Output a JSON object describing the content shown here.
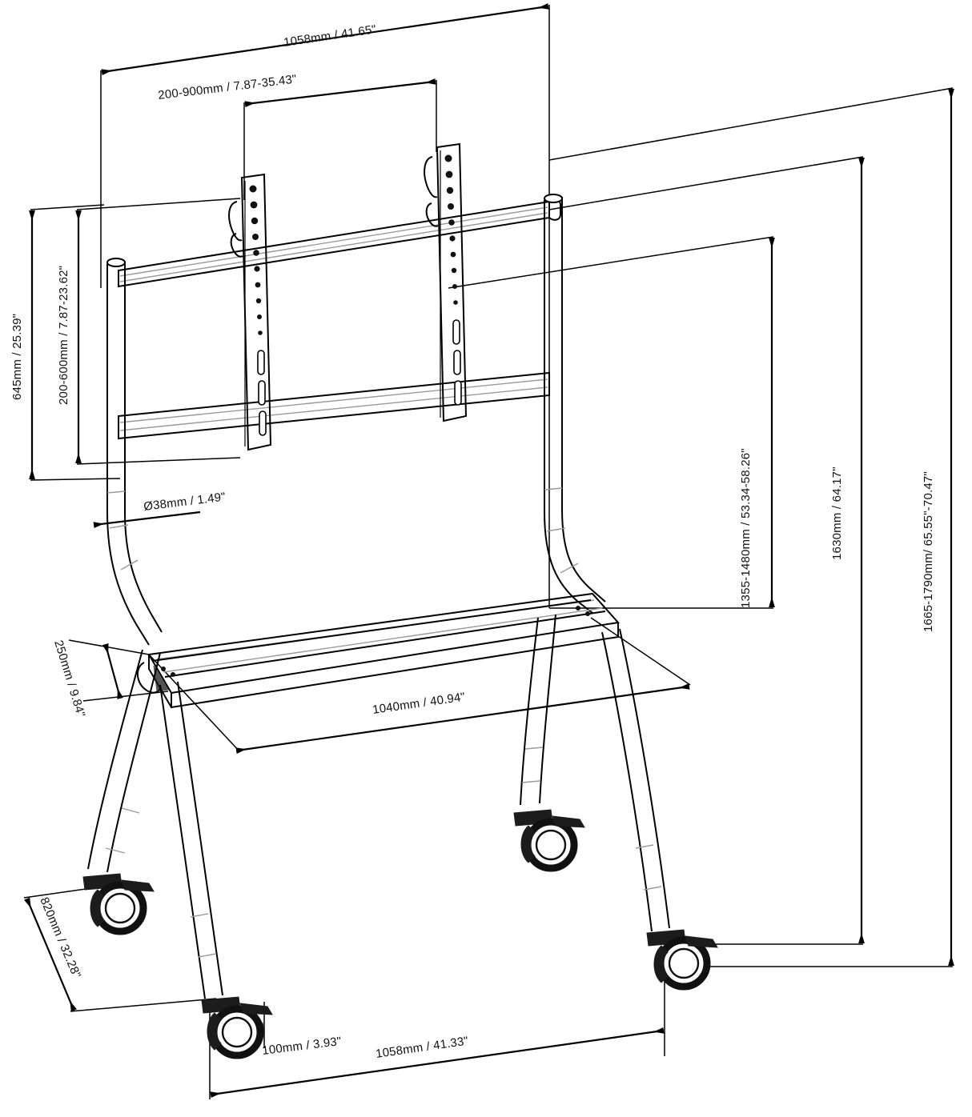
{
  "document": {
    "title": "TV Cart Mobile Stand Technical Dimension Drawing",
    "type": "engineering-line-drawing",
    "units": "mm / inch",
    "line_color": "#000000",
    "background_color": "#ffffff"
  },
  "dimensions": {
    "top_width": "1058mm / 41.65\"",
    "vesa_horizontal": "200-900mm / 7.87-35.43\"",
    "bracket_height": "645mm / 25.39\"",
    "vesa_vertical": "200-600mm / 7.87-23.62\"",
    "tube_diameter": "Ø38mm / 1.49\"",
    "shelf_depth": "250mm / 9.84\"",
    "shelf_width": "1040mm / 40.94\"",
    "screen_center_height": "1355-1480mm / 53.34-58.26\"",
    "frame_height": "1630mm / 64.17\"",
    "overall_height": "1665-1790mm/ 65.55\"-70.47\"",
    "base_depth": "820mm / 32.28\"",
    "caster_offset": "100mm / 3.93\"",
    "base_width": "1058mm / 41.33\""
  },
  "components": {
    "vesa_bracket_left": "vesa-rail-left",
    "vesa_bracket_right": "vesa-rail-right",
    "crossbar_upper": "upper-crossbar",
    "crossbar_lower": "lower-crossbar",
    "upright_left": "left-upright-tube",
    "upright_right": "right-upright-tube",
    "shelf": "equipment-shelf",
    "leg_front_left": "front-left-leg",
    "leg_rear_left": "rear-left-leg",
    "leg_front_right": "front-right-leg",
    "leg_rear_right": "rear-right-leg",
    "caster_1": "caster-wheel-front-left",
    "caster_2": "caster-wheel-rear-left",
    "caster_3": "caster-wheel-front-right",
    "caster_4": "caster-wheel-rear-right"
  }
}
